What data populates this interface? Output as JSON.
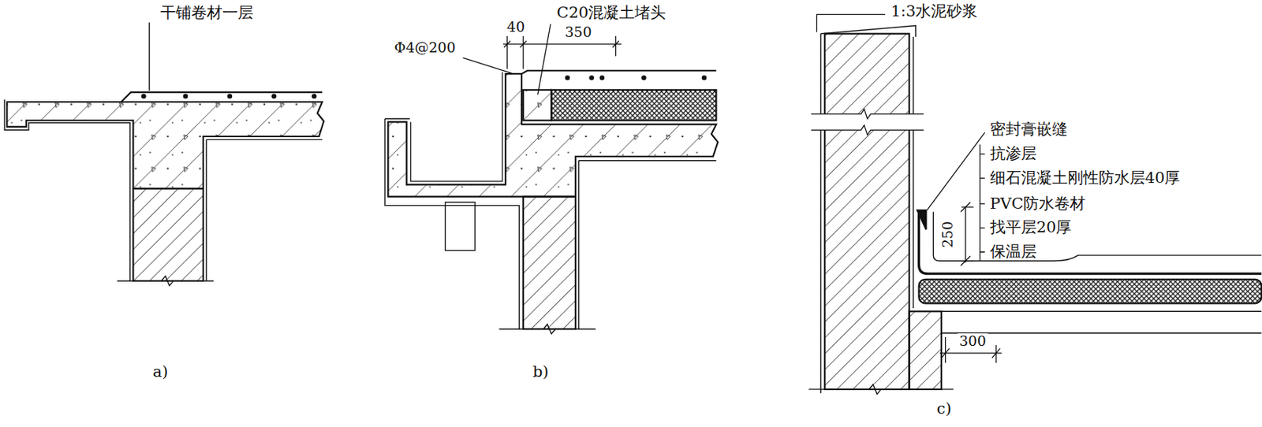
{
  "diagram": {
    "labels": [
      "干铺卷材一层",
      "C20混凝土堵头",
      "40",
      "350",
      "Φ4@200",
      "a)",
      "b)",
      "1:3水泥砂浆",
      "密封膏嵌缝",
      "抗渗层",
      "细石混凝土刚性防水层40厚",
      "PVC防水卷材",
      "找平层20厚",
      "保温层",
      "250",
      "300",
      "c)"
    ]
  }
}
